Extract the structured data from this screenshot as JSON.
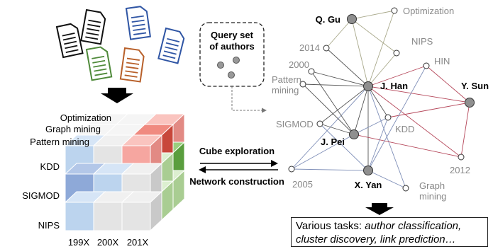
{
  "query_box": {
    "line1": "Query set",
    "line2": "of authors"
  },
  "cube": {
    "depth_labels": [
      "Optimization",
      "Graph mining",
      "Pattern mining"
    ],
    "row_labels": [
      "KDD",
      "SIGMOD",
      "NIPS"
    ],
    "col_labels": [
      "199X",
      "200X",
      "201X"
    ]
  },
  "arrows": {
    "forward": "Cube exploration",
    "backward": "Network construction"
  },
  "network": {
    "authors": [
      "Q. Gu",
      "J. Han",
      "Y. Sun",
      "J. Pei",
      "X. Yan"
    ],
    "attribute_nodes": [
      "Optimization",
      "NIPS",
      "HIN",
      "2014",
      "2000",
      "Pattern mining",
      "SIGMOD",
      "KDD",
      "2012",
      "2005",
      "Graph mining"
    ]
  },
  "tasks": {
    "prefix": "Various tasks: ",
    "line1_italic": "author classification,",
    "line2_italic": "cluster discovery, link prediction…"
  },
  "colors": {
    "blue_edge": "#7f8fb8",
    "red_edge": "#b5475a",
    "olive_edge": "#a8a88a",
    "dark_edge": "#555555"
  }
}
